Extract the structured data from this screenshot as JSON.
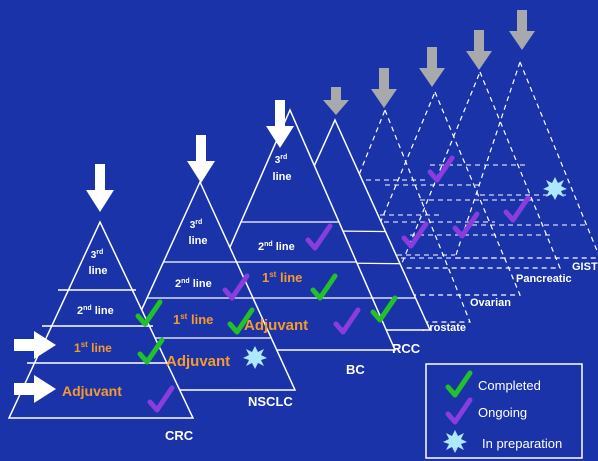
{
  "colors": {
    "background": "#1a33a8",
    "completed": "#22c12a",
    "ongoing": "#8a3ddc",
    "preparation": "#aee8ff",
    "orange": "#f49b2c",
    "arrow_white": "#ffffff",
    "arrow_grey": "#a7a9ac"
  },
  "legend": {
    "completed": "Completed",
    "ongoing": "Ongoing",
    "in_preparation": "In preparation"
  },
  "pyramids": [
    {
      "name": "CRC",
      "line3_top": "3",
      "line3_sup": "rd",
      "line3_bottom": "line",
      "line2": "2",
      "line2_sup": "nd",
      "line2_word": " line",
      "line1": "1",
      "line1_sup": "st",
      "line1_word": " line",
      "adjuvant": "Adjuvant"
    },
    {
      "name": "NSCLC",
      "line3_top": "3",
      "line3_sup": "rd",
      "line3_bottom": "line",
      "line2": "2",
      "line2_sup": "nd",
      "line2_word": " line",
      "line1": "1",
      "line1_sup": "st",
      "line1_word": " line",
      "adjuvant": "Adjuvant"
    },
    {
      "name": "BC",
      "line3_top": "3",
      "line3_sup": "rd",
      "line3_bottom": "line",
      "line2": "2",
      "line2_sup": "nd",
      "line2_word": " line",
      "line1": "1",
      "line1_sup": "st",
      "line1_word": " line",
      "adjuvant": "Adjuvant"
    },
    {
      "name": "RCC"
    },
    {
      "name": "Prostate"
    },
    {
      "name": "Ovarian"
    },
    {
      "name": "Pancreatic"
    },
    {
      "name": "GIST"
    }
  ]
}
